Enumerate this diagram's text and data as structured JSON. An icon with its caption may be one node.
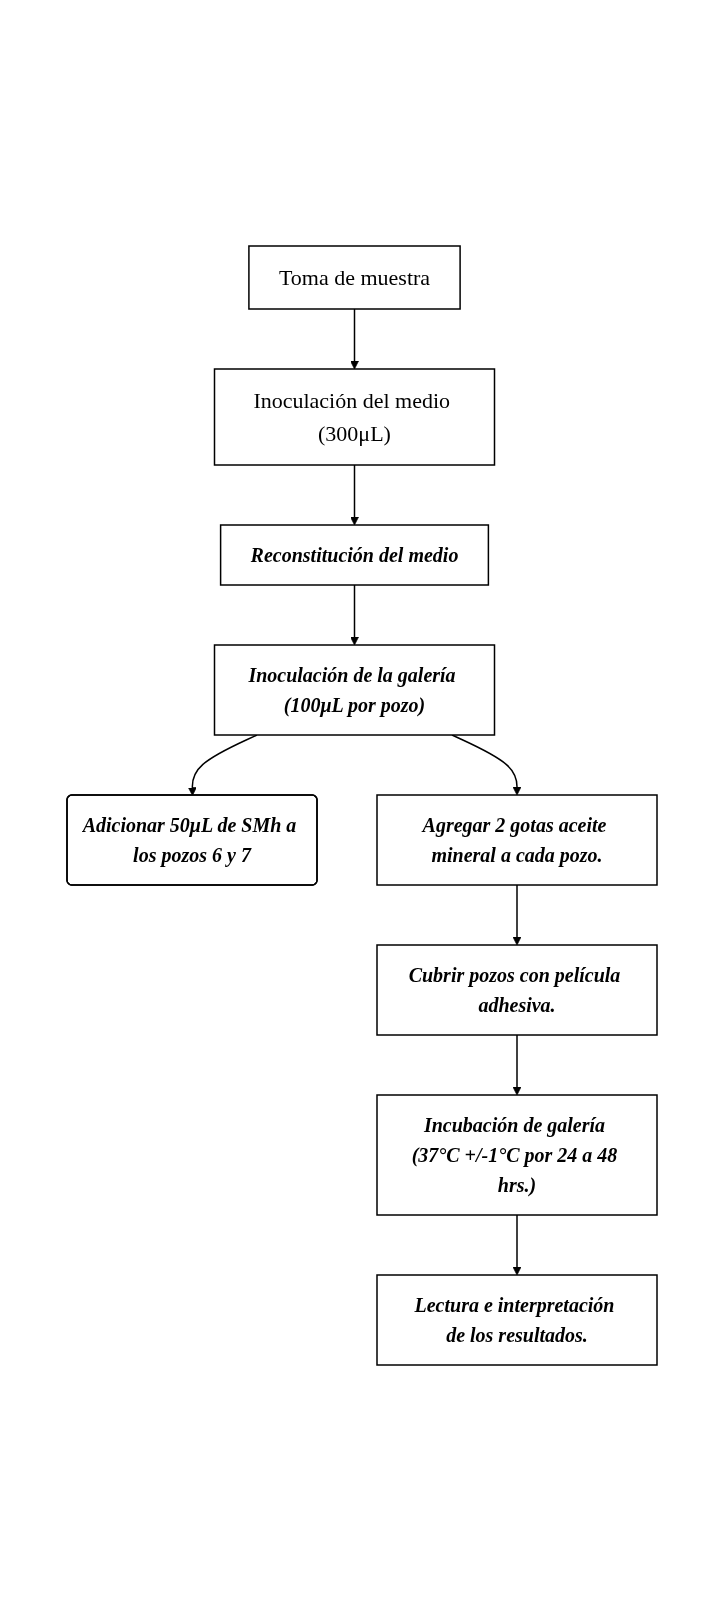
{
  "diagram": {
    "nodes": [
      {
        "text": [
          "Toma de muestra"
        ]
      },
      {
        "text": [
          "Inoculación del medio (300μL)"
        ]
      },
      {
        "text": [
          "Reconstitución del medio"
        ]
      },
      {
        "text": [
          "Adicionar 50μL de SMh a los pozos 6 y 7"
        ]
      },
      {
        "text": [
          "Inoculación de la galería (100μL por pozo)"
        ]
      },
      {
        "text": [
          "Agregar 2 gotas aceite mineral a cada pozo."
        ]
      },
      {
        "text": [
          "Cubrir pozos con película adhesiva."
        ]
      },
      {
        "text": [
          "Incubación de galería (37°C +/-1°C por 24 a 48 hrs.)"
        ]
      },
      {
        "text": [
          "Lectura e interpretación de los resultados."
        ]
      }
    ],
    "edges": [
      {
        "from": 0,
        "to": 1,
        "arrow": "to"
      },
      {
        "from": 1,
        "to": 2,
        "arrow": "to"
      },
      {
        "from": 2,
        "to": 4,
        "arrow": "to"
      },
      {
        "from": 4,
        "to": 3,
        "arrow": "to"
      },
      {
        "from": 4,
        "to": 5,
        "arrow": "to"
      },
      {
        "from": 5,
        "to": 6,
        "arrow": "to"
      },
      {
        "from": 6,
        "to": 7,
        "arrow": "to"
      },
      {
        "from": 7,
        "to": 8,
        "arrow": "to"
      }
    ]
  }
}
